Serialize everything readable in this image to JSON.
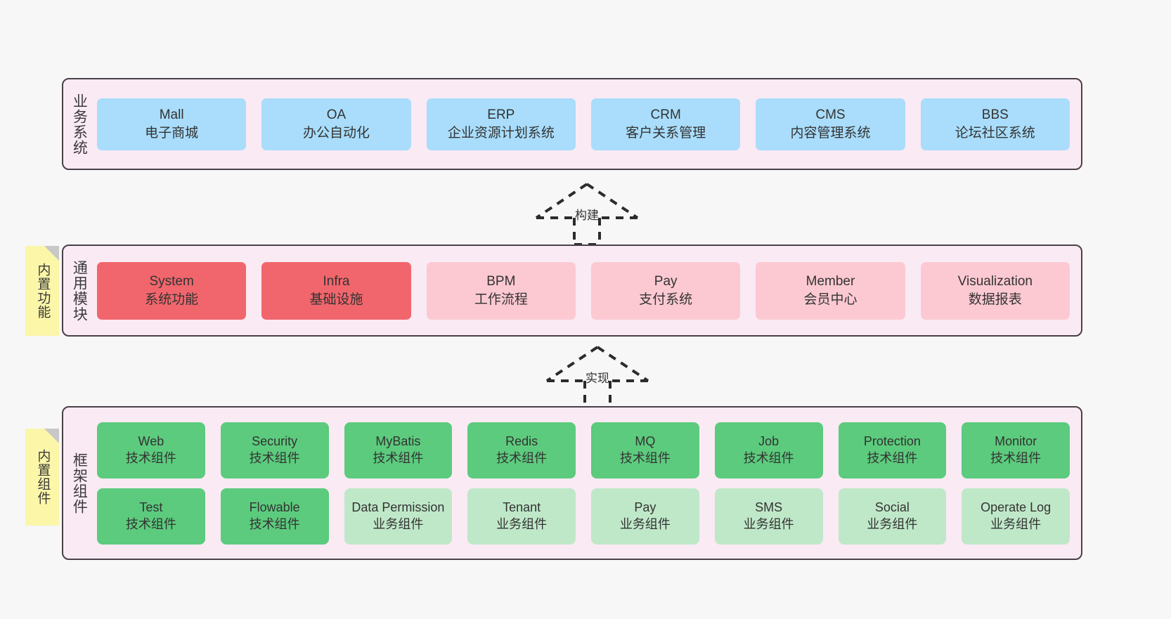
{
  "diagram": {
    "background_color": "#f7f7f7",
    "container_fill": "#faeaf4",
    "container_border": "#4a4048",
    "note_fill": "#fbf6a8",
    "colors": {
      "blue": "#a9ddfb",
      "red": "#f1666c",
      "pink": "#fcc9d2",
      "green": "#5ccb7d",
      "lightgreen": "#bfe8c8"
    }
  },
  "layers": {
    "business": {
      "label": "业务系统",
      "nodes": [
        {
          "title": "Mall",
          "subtitle": "电子商城",
          "color": "blue"
        },
        {
          "title": "OA",
          "subtitle": "办公自动化",
          "color": "blue"
        },
        {
          "title": "ERP",
          "subtitle": "企业资源计划系统",
          "color": "blue"
        },
        {
          "title": "CRM",
          "subtitle": "客户关系管理",
          "color": "blue"
        },
        {
          "title": "CMS",
          "subtitle": "内容管理系统",
          "color": "blue"
        },
        {
          "title": "BBS",
          "subtitle": "论坛社区系统",
          "color": "blue"
        }
      ]
    },
    "common": {
      "label": "通用模块",
      "note": "内置功能",
      "nodes": [
        {
          "title": "System",
          "subtitle": "系统功能",
          "color": "red"
        },
        {
          "title": "Infra",
          "subtitle": "基础设施",
          "color": "red"
        },
        {
          "title": "BPM",
          "subtitle": "工作流程",
          "color": "pink"
        },
        {
          "title": "Pay",
          "subtitle": "支付系统",
          "color": "pink"
        },
        {
          "title": "Member",
          "subtitle": "会员中心",
          "color": "pink"
        },
        {
          "title": "Visualization",
          "subtitle": "数据报表",
          "color": "pink"
        }
      ]
    },
    "framework": {
      "label": "框架组件",
      "note": "内置组件",
      "row1": [
        {
          "title": "Web",
          "subtitle": "技术组件",
          "color": "green"
        },
        {
          "title": "Security",
          "subtitle": "技术组件",
          "color": "green"
        },
        {
          "title": "MyBatis",
          "subtitle": "技术组件",
          "color": "green"
        },
        {
          "title": "Redis",
          "subtitle": "技术组件",
          "color": "green"
        },
        {
          "title": "MQ",
          "subtitle": "技术组件",
          "color": "green"
        },
        {
          "title": "Job",
          "subtitle": "技术组件",
          "color": "green"
        },
        {
          "title": "Protection",
          "subtitle": "技术组件",
          "color": "green"
        },
        {
          "title": "Monitor",
          "subtitle": "技术组件",
          "color": "green"
        }
      ],
      "row2": [
        {
          "title": "Test",
          "subtitle": "技术组件",
          "color": "green"
        },
        {
          "title": "Flowable",
          "subtitle": "技术组件",
          "color": "green"
        },
        {
          "title": "Data Permission",
          "subtitle": "业务组件",
          "color": "lightgreen",
          "wrap": true
        },
        {
          "title": "Tenant",
          "subtitle": "业务组件",
          "color": "lightgreen"
        },
        {
          "title": "Pay",
          "subtitle": "业务组件",
          "color": "lightgreen"
        },
        {
          "title": "SMS",
          "subtitle": "业务组件",
          "color": "lightgreen"
        },
        {
          "title": "Social",
          "subtitle": "业务组件",
          "color": "lightgreen"
        },
        {
          "title": "Operate Log",
          "subtitle": "业务组件",
          "color": "lightgreen"
        }
      ]
    }
  },
  "connectors": {
    "build": {
      "label": "构建"
    },
    "implement": {
      "label": "实现"
    }
  }
}
